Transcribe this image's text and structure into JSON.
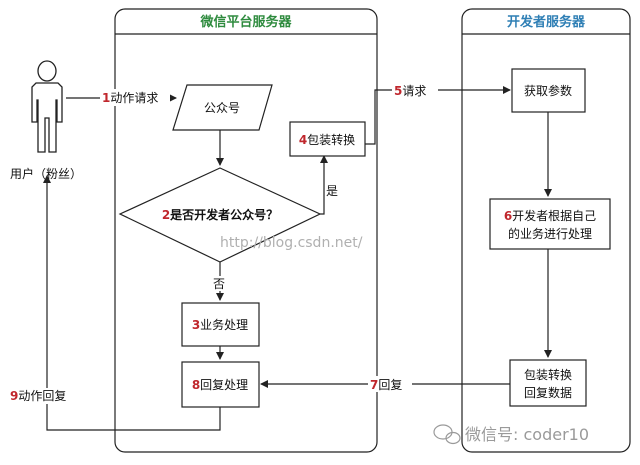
{
  "lanes": {
    "wechat": {
      "title": "微信平台服务器"
    },
    "developer": {
      "title": "开发者服务器"
    }
  },
  "actor": {
    "label": "用户（粉丝）"
  },
  "nodes": {
    "public_account": "公众号",
    "decision": {
      "num": "2",
      "text": "是否开发者公众号？"
    },
    "package": {
      "num": "4",
      "text": "包装转换"
    },
    "business": {
      "num": "3",
      "text": "业务处理"
    },
    "reply_process": {
      "num": "8",
      "text": "回复处理"
    },
    "get_params": "获取参数",
    "dev_process": {
      "num": "6",
      "line1": "开发者根据自己",
      "line2": "的业务进行处理"
    },
    "dev_package": {
      "line1": "包装转换",
      "line2": "回复数据"
    }
  },
  "edges": {
    "action_request": {
      "num": "1",
      "text": "动作请求"
    },
    "request": {
      "num": "5",
      "text": "请求"
    },
    "reply": {
      "num": "7",
      "text": "回复"
    },
    "action_reply": {
      "num": "9",
      "text": "动作回复"
    },
    "yes": "是",
    "no": "否"
  },
  "watermark": "http://blog.csdn.net/",
  "footer_brand": "微信号: coder10",
  "colors": {
    "lane_title": "#2e8b3e",
    "lane_title_dev": "#2f7fb5",
    "step_number": "#c0272d",
    "stroke": "#222222",
    "watermark": "#b0b0b0"
  }
}
